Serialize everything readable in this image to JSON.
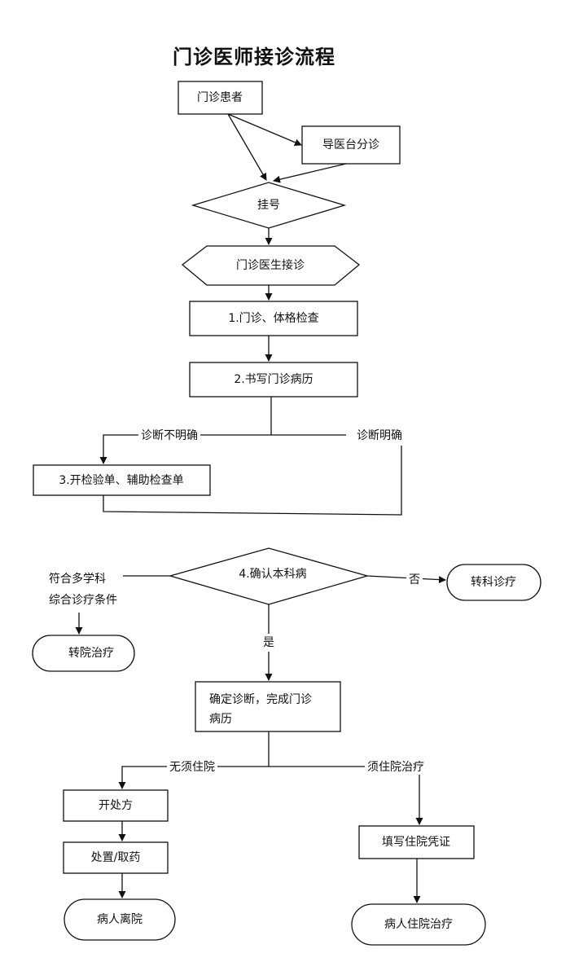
{
  "title": "门诊医师接诊流程",
  "nodes": {
    "patient": "门诊患者",
    "guide": "导医台分诊",
    "register": "挂号",
    "doctor": "门诊医生接诊",
    "step1": "1.门诊、体格检查",
    "step2": "2.书写门诊病历",
    "step3": "3.开检验单、辅助检查单",
    "step4": "4.确认本科病",
    "transfer_dept": "转科诊疗",
    "transfer_hosp": "转院治疗",
    "confirm_line1": "确定诊断，完成门诊",
    "confirm_line2": "病历",
    "prescribe": "开处方",
    "dispense": "处置/取药",
    "discharge": "病人离院",
    "admission_cert": "填写住院凭证",
    "inpatient": "病人住院治疗"
  },
  "edges": {
    "unclear": "诊断不明确",
    "clear": "诊断明确",
    "no": "否",
    "yes": "是",
    "multi_line1": "符合多学科",
    "multi_line2": "综合诊疗条件",
    "no_admission": "无须住院",
    "need_admission": "须住院治疗"
  }
}
